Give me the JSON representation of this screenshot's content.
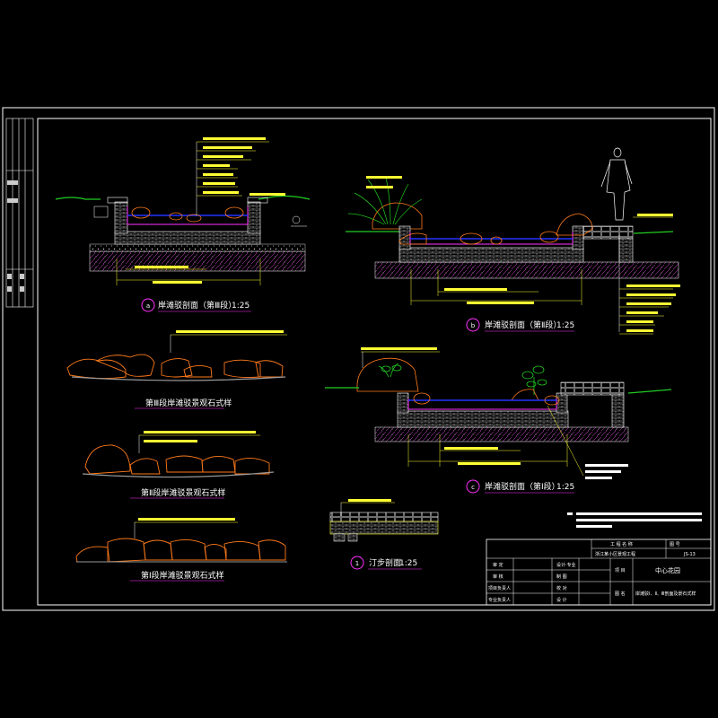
{
  "drawing": {
    "colors": {
      "background": "#000000",
      "frame": "#ffffff",
      "water": "#2233ff",
      "ground": "#22cc22",
      "rock": "#ff7a1a",
      "leader": "#ffff33",
      "magenta": "#ff33ff",
      "hatch": "#ff66ff"
    },
    "section_a": {
      "number": "a",
      "title": "岸滩驳剖面（第Ⅲ段）",
      "scale": "1:25"
    },
    "section_b": {
      "number": "b",
      "title": "岸滩驳剖面（第Ⅱ段）",
      "scale": "1:25"
    },
    "section_c": {
      "number": "c",
      "title": "岸滩驳剖面（第Ⅰ段）",
      "scale": "1:25"
    },
    "section_1": {
      "number": "1",
      "title": "汀步剖面",
      "scale": "1:25"
    },
    "rock_samples": [
      {
        "label": "第Ⅲ段岸滩驳景观石式样"
      },
      {
        "label": "第Ⅱ段岸滩驳景观石式样"
      },
      {
        "label": "第Ⅰ段岸滩驳景观石式样"
      }
    ],
    "title_block": {
      "project_name_label": "工 程 名 称",
      "project_name_value": "浙江某小区景观工程",
      "drawing_no_label": "图 号",
      "drawing_no_value": "JS-13",
      "item_label": "项 目",
      "item_value": "中心花园",
      "drawing_title_label": "图 名",
      "drawing_title_value": "岸滩驳Ⅰ、Ⅱ、Ⅲ剖面及景石式样",
      "rows": [
        {
          "role": "审 定",
          "role2": "设计·专业",
          "role3": "项 目"
        },
        {
          "role": "审 核",
          "role2": "制 图",
          "role3": ""
        },
        {
          "role": "项目负责人",
          "role2": "校 对",
          "role3": ""
        },
        {
          "role": "专业负责人",
          "role2": "设 计",
          "role3": "图 名"
        }
      ]
    }
  }
}
